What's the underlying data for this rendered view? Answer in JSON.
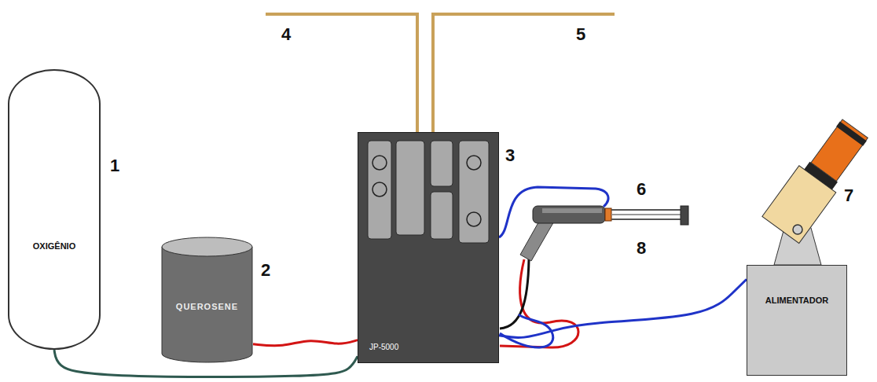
{
  "diagram": {
    "nodes": [
      {
        "text": [
          "OXIGÊNIO"
        ]
      },
      {
        "text": [
          "QUEROSENE"
        ]
      },
      {
        "text": [
          "JP-5000"
        ]
      },
      {
        "text": [
          "ALIMENTADOR"
        ]
      }
    ],
    "edges": [
      {
        "from": 0,
        "to": 2,
        "arrow": "none"
      },
      {
        "from": 1,
        "to": 2,
        "arrow": "none"
      },
      {
        "from": 2,
        "to": 3,
        "arrow": "none"
      }
    ],
    "labels": [
      "1",
      "2",
      "3",
      "4",
      "5",
      "6",
      "7",
      "8"
    ]
  }
}
